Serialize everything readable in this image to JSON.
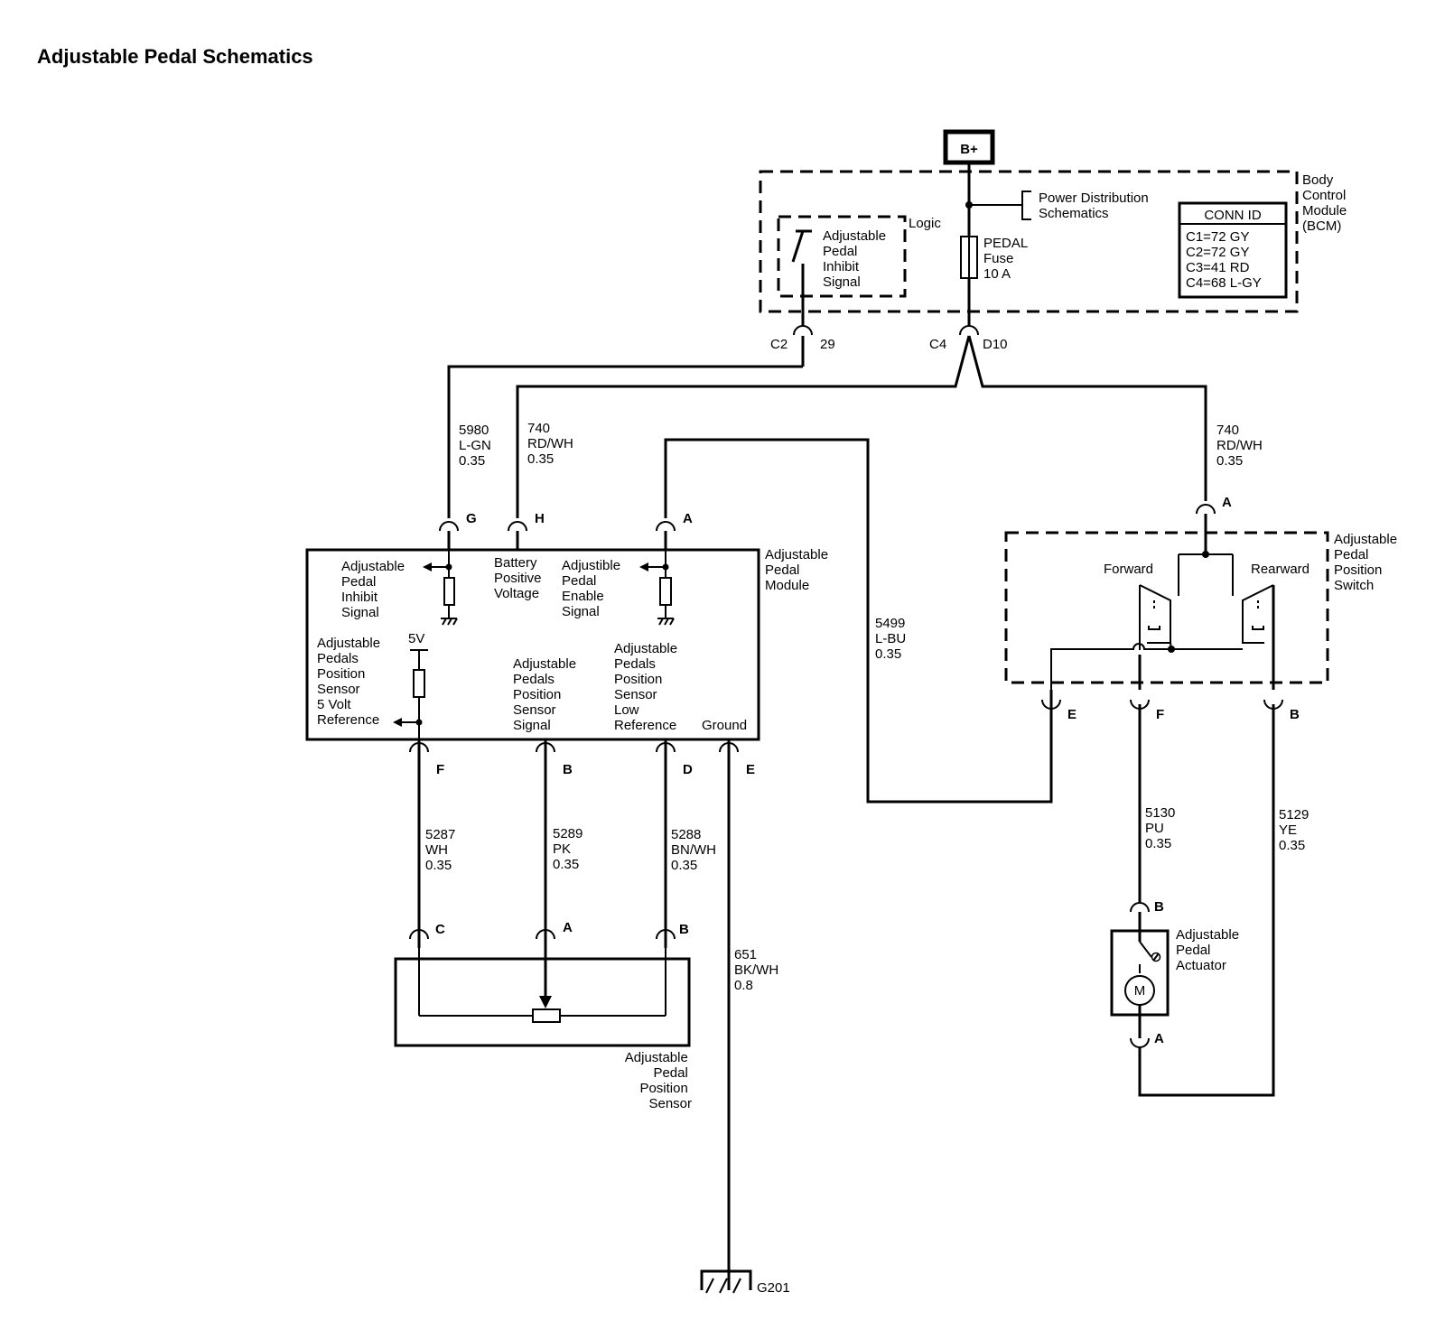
{
  "title": "Adjustable Pedal Schematics",
  "power": "B+",
  "bcm": {
    "name": [
      "Body",
      "Control",
      "Module",
      "(BCM)"
    ],
    "logic": "Logic",
    "inhibit": [
      "Adjustable",
      "Pedal",
      "Inhibit",
      "Signal"
    ],
    "power_dist": [
      "Power Distribution",
      "Schematics"
    ],
    "fuse": [
      "PEDAL",
      "Fuse",
      "10 A"
    ],
    "conn_id_header": "CONN ID",
    "conn_ids": [
      "C1=72 GY",
      "C2=72 GY",
      "C3=41 RD",
      "C4=68 L-GY"
    ],
    "c2": "C2",
    "c2_pin": "29",
    "c4": "C4",
    "c4_pin": "D10"
  },
  "wires": {
    "w5980": [
      "5980",
      "L-GN",
      "0.35"
    ],
    "w740a": [
      "740",
      "RD/WH",
      "0.35"
    ],
    "w740b": [
      "740",
      "RD/WH",
      "0.35"
    ],
    "w5499": [
      "5499",
      "L-BU",
      "0.35"
    ],
    "w5287": [
      "5287",
      "WH",
      "0.35"
    ],
    "w5289": [
      "5289",
      "PK",
      "0.35"
    ],
    "w5288": [
      "5288",
      "BN/WH",
      "0.35"
    ],
    "w651": [
      "651",
      "BK/WH",
      "0.8"
    ],
    "w5130": [
      "5130",
      "PU",
      "0.35"
    ],
    "w5129": [
      "5129",
      "YE",
      "0.35"
    ]
  },
  "module": {
    "name": [
      "Adjustable",
      "Pedal",
      "Module"
    ],
    "inhibit": [
      "Adjustable",
      "Pedal",
      "Inhibit",
      "Signal"
    ],
    "battery": [
      "Battery",
      "Positive",
      "Voltage"
    ],
    "enable": [
      "Adjustible",
      "Pedal",
      "Enable",
      "Signal"
    ],
    "five_v": "5V",
    "ref5v": [
      "Adjustable",
      "Pedals",
      "Position",
      "Sensor",
      "5 Volt",
      "Reference"
    ],
    "signal": [
      "Adjustable",
      "Pedals",
      "Position",
      "Sensor",
      "Signal"
    ],
    "lowref": [
      "Adjustable",
      "Pedals",
      "Position",
      "Sensor",
      "Low",
      "Reference"
    ],
    "ground": "Ground",
    "pins": {
      "g": "G",
      "h": "H",
      "a": "A",
      "f": "F",
      "b": "B",
      "d": "D",
      "e": "E"
    }
  },
  "sensor": {
    "name": [
      "Adjustable",
      "Pedal",
      "Position",
      "Sensor"
    ],
    "pins": {
      "c": "C",
      "a": "A",
      "b": "B"
    }
  },
  "switch": {
    "name": [
      "Adjustable",
      "Pedal",
      "Position",
      "Switch"
    ],
    "forward": "Forward",
    "rearward": "Rearward",
    "pins": {
      "a": "A",
      "e": "E",
      "f": "F",
      "b": "B"
    }
  },
  "actuator": {
    "name": [
      "Adjustable",
      "Pedal",
      "Actuator"
    ],
    "motor": "M",
    "pins": {
      "b": "B",
      "a": "A"
    }
  },
  "ground": {
    "id": "G201"
  }
}
